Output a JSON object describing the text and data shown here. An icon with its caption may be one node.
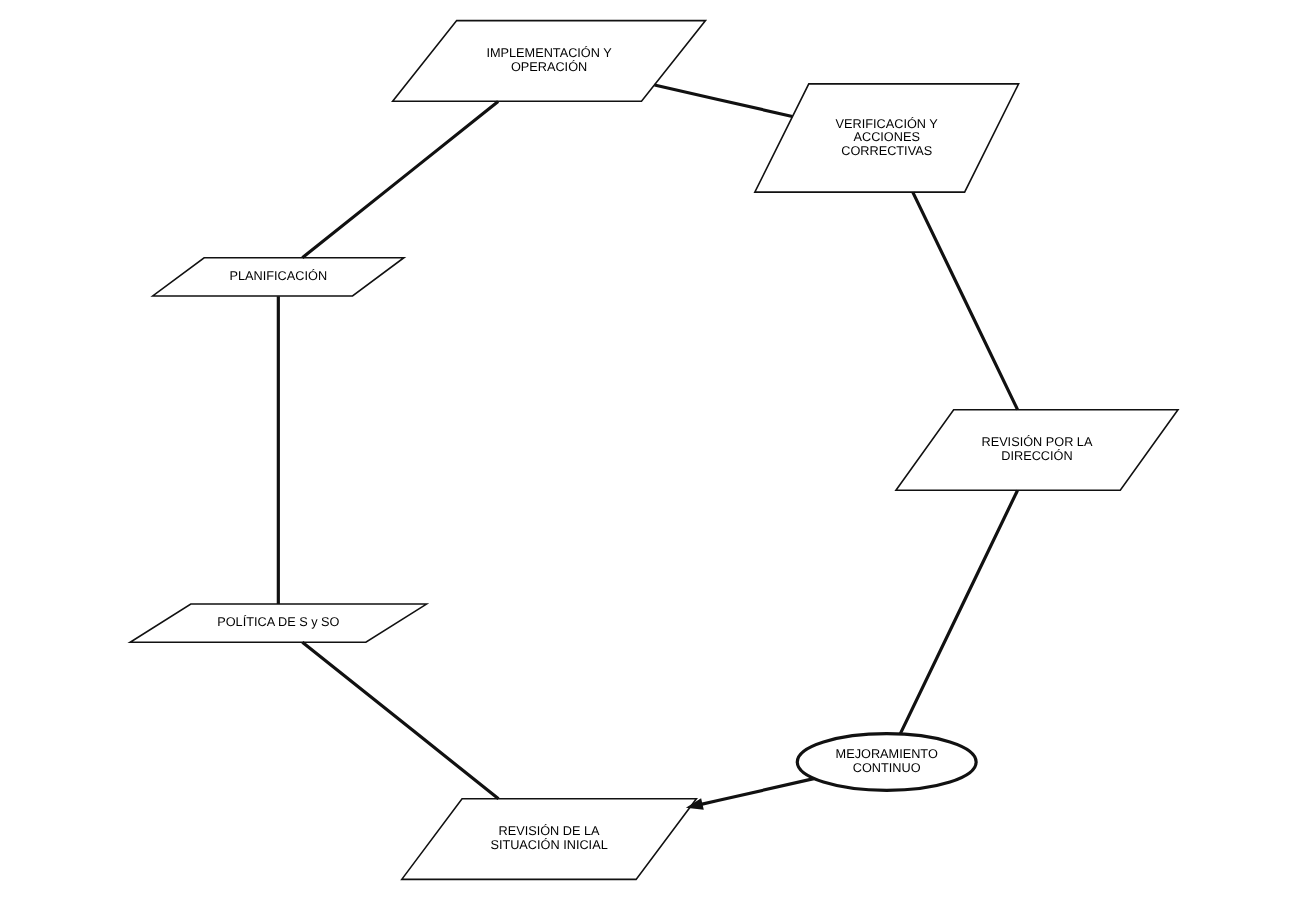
{
  "diagram": {
    "nodes": [
      {
        "text": [
          "MEJORAMIENTO CONTINUO"
        ]
      },
      {
        "text": [
          "REVISIÓN DE LA SITUACIÓN INICIAL"
        ]
      },
      {
        "text": [
          "POLÍTICA DE S y SO"
        ]
      },
      {
        "text": [
          "PLANIFICACIÓN"
        ]
      },
      {
        "text": [
          "IMPLEMENTACIÓN Y OPERACIÓN"
        ]
      },
      {
        "text": [
          "VERIFICACIÓN Y ACCIONES CORRECTIVAS"
        ]
      },
      {
        "text": [
          "REVISIÓN POR LA DIRECCIÓN"
        ]
      }
    ],
    "edges": [
      {
        "from": 1,
        "to": 2,
        "arrow": "none"
      },
      {
        "from": 2,
        "to": 3,
        "arrow": "none"
      },
      {
        "from": 3,
        "to": 4,
        "arrow": "none"
      },
      {
        "from": 4,
        "to": 5,
        "arrow": "none"
      },
      {
        "from": 5,
        "to": 6,
        "arrow": "none"
      },
      {
        "from": 6,
        "to": 0,
        "arrow": "none"
      },
      {
        "from": 0,
        "to": 1,
        "arrow": "to"
      }
    ]
  }
}
